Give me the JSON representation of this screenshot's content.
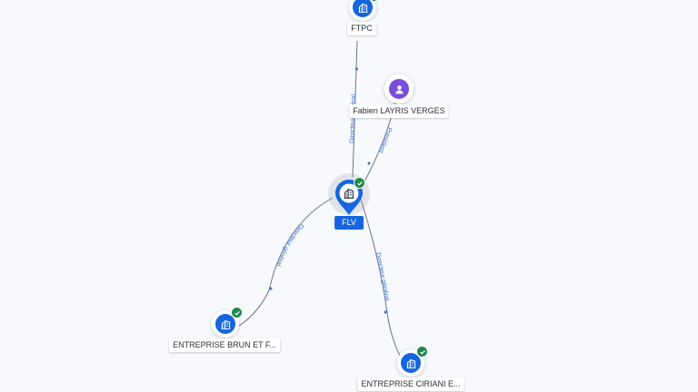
{
  "accent_color": "#1565e0",
  "check_color": "#1f8a4c",
  "person_color": "#7b4ddb",
  "nodes": {
    "ftpc": {
      "label": "FTPC",
      "icon": "building-icon",
      "verified": true
    },
    "person": {
      "label": "Fabien LAYRIS VERGES",
      "icon": "person-icon"
    },
    "flv": {
      "label": "FLV",
      "icon": "building-icon",
      "verified": true
    },
    "brun": {
      "label": "ENTREPRISE BRUN ET F...",
      "icon": "building-icon",
      "verified": true
    },
    "ciriani": {
      "label": "ENTREPRISE CIRIANI E...",
      "icon": "building-icon",
      "verified": true
    }
  },
  "edges": {
    "flv_ftpc": "Directeur général",
    "person_flv": "Président",
    "flv_brun": "Directeur général",
    "flv_ciriani": "Directeur général"
  }
}
